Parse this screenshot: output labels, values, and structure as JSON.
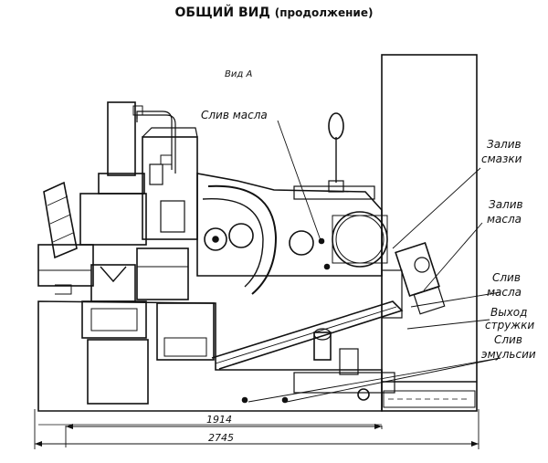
{
  "title": {
    "main": "ОБЩИЙ ВИД",
    "sub": "(продолжение)"
  },
  "view_label": "Вид А",
  "callouts": {
    "oil_drain_top": "Слив масла",
    "lube_fill": [
      "Залив",
      "смазки"
    ],
    "oil_fill": [
      "Залив",
      "масла"
    ],
    "oil_drain_right": [
      "Слив",
      "масла"
    ],
    "chip_exit": [
      "Выход",
      "стружки"
    ],
    "emulsion_drain": [
      "Слив",
      "эмульсии"
    ]
  },
  "dimensions": {
    "inner": "1914",
    "overall": "2745"
  }
}
